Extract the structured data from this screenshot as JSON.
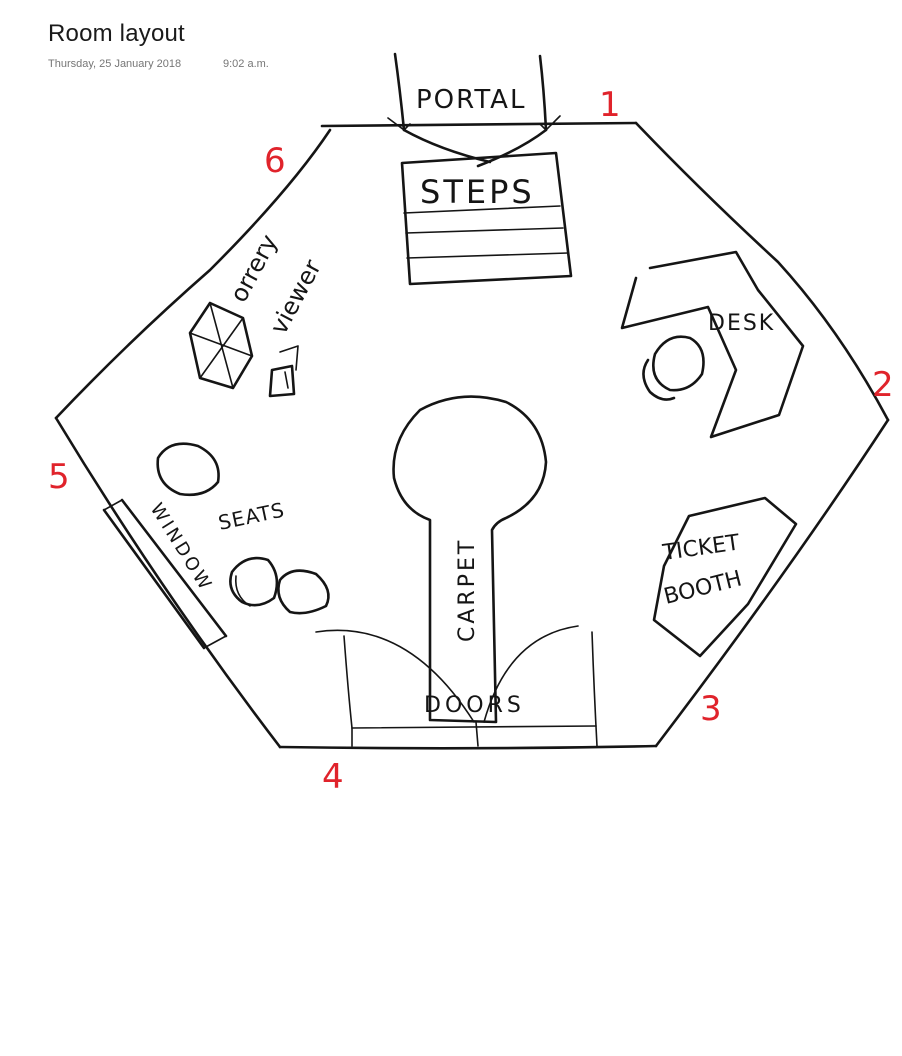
{
  "page": {
    "title": "Room layout",
    "date": "Thursday, 25 January 2018",
    "time": "9:02 a.m."
  },
  "labels": {
    "portal": "PORTAL",
    "steps": "STEPS",
    "desk": "DESK",
    "orrery": "orrery",
    "viewer": "viewer",
    "seats": "SEATS",
    "window": "WINDOW",
    "carpet": "CARPET",
    "ticket_line1": "TICKET",
    "ticket_line2": "BOOTH",
    "doors": "DOORS"
  },
  "wall_numbers": {
    "n1": "1",
    "n2": "2",
    "n3": "3",
    "n4": "4",
    "n5": "5",
    "n6": "6"
  },
  "colors": {
    "ink": "#151515",
    "wall_number": "#e0232b",
    "meta_text": "#767676"
  }
}
